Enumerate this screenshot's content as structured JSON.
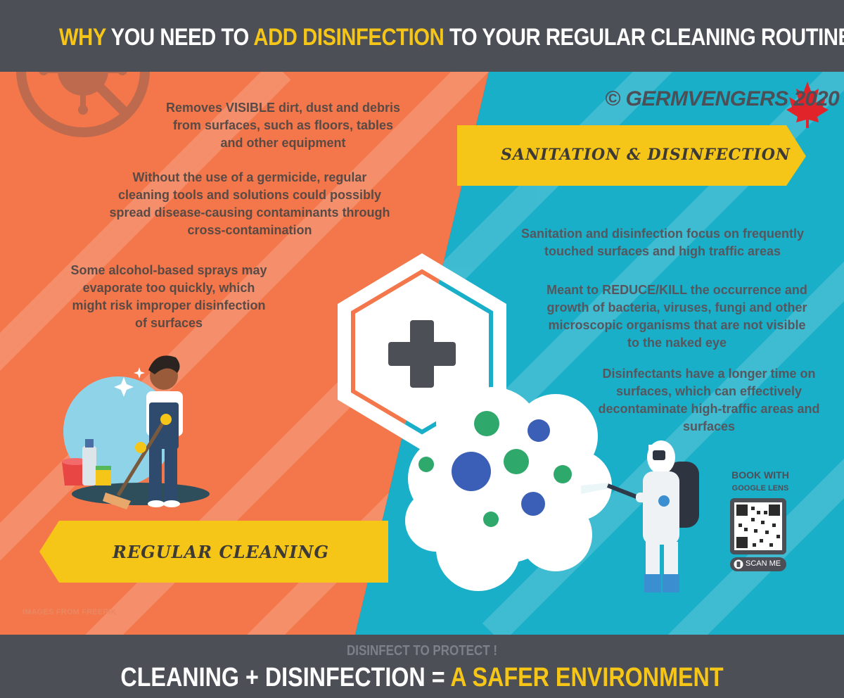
{
  "header": {
    "title_part1": "WHY",
    "title_part2": "YOU NEED TO",
    "title_part3": "ADD DISINFECTION",
    "title_part4": "TO YOUR REGULAR CLEANING ROUTINE"
  },
  "left": {
    "paragraph1": "Removes VISIBLE dirt, dust and debris from surfaces, such as floors, tables and other equipment",
    "paragraph2": "Without the use of a germicide, regular cleaning tools and solutions could possibly spread disease-causing contaminants through cross-contamination",
    "paragraph3": "Some alcohol-based sprays may evaporate too quickly, which might risk improper disinfection of surfaces",
    "banner_label": "REGULAR CLEANING",
    "credit": "IMAGES FROM FREEPIK"
  },
  "right": {
    "copyright": "© GERMVENGERS 2020",
    "banner_label": "SANITATION & DISINFECTION",
    "paragraph1": "Sanitation and disinfection focus on frequently touched surfaces and high traffic areas",
    "paragraph2": "Meant to REDUCE/KILL the occurrence and growth of bacteria, viruses, fungi and other microscopic organisms that are not visible to the naked eye",
    "paragraph3": "Disinfectants have a longer time on surfaces, which can effectively decontaminate high-traffic areas and surfaces"
  },
  "qr": {
    "book_with": "BOOK WITH",
    "google_lens": "GOOGLE LENS",
    "scan_me": "SCAN ME"
  },
  "footer": {
    "subtitle": "DISINFECT TO PROTECT !",
    "main_part1": "CLEANING + DISINFECTION =",
    "main_part2": "A SAFER ENVIRONMENT"
  },
  "colors": {
    "orange": "#f3774a",
    "teal": "#1aafc9",
    "yellow": "#f5c518",
    "dark": "#4d4f57",
    "accent_text": "#f5c518"
  },
  "icons": [
    "no-virus-icon",
    "plus-icon",
    "maple-leaf-icon",
    "qr-code-icon",
    "phone-icon",
    "virus-icon",
    "broom-icon",
    "spray-icon"
  ]
}
